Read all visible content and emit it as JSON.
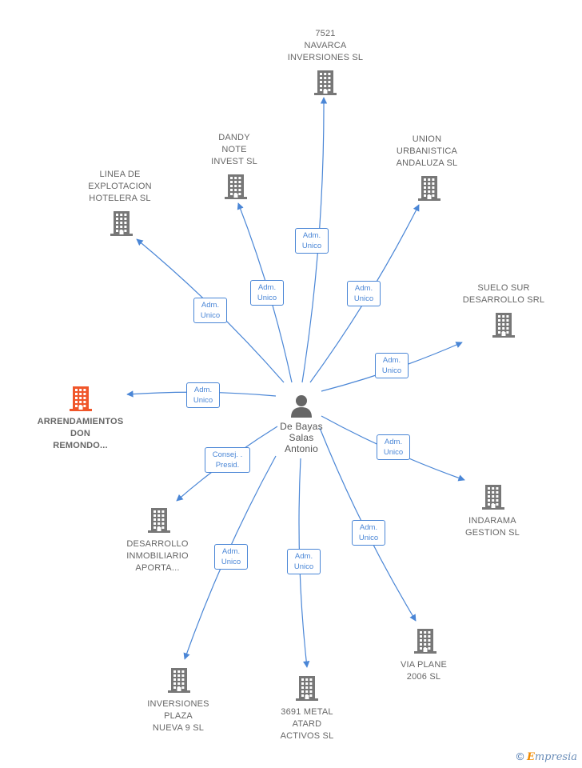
{
  "center": {
    "label": "De Bayas\nSalas\nAntonio",
    "icon": "person-icon"
  },
  "companies": [
    {
      "id": "navarca",
      "label": "7521\nNAVARCA\nINVERSIONES SL",
      "relation": "Adm.\nUnico",
      "highlight": false
    },
    {
      "id": "dandy",
      "label": "DANDY\nNOTE\nINVEST SL",
      "relation": "Adm.\nUnico",
      "highlight": false
    },
    {
      "id": "union",
      "label": "UNION\nURBANISTICA\nANDALUZA SL",
      "relation": "Adm.\nUnico",
      "highlight": false
    },
    {
      "id": "linea",
      "label": "LINEA DE\nEXPLOTACION\nHOTELERA SL",
      "relation": "Adm.\nUnico",
      "highlight": false
    },
    {
      "id": "suelo",
      "label": "SUELO SUR\nDESARROLLO SRL",
      "relation": "Adm.\nUnico",
      "highlight": false
    },
    {
      "id": "arrendamientos",
      "label": "ARRENDAMIENTOS\nDON\nREMONDO...",
      "relation": "Adm.\nUnico",
      "highlight": true
    },
    {
      "id": "indarama",
      "label": "INDARAMA\nGESTION SL",
      "relation": "Adm.\nUnico",
      "highlight": false
    },
    {
      "id": "desarrollo",
      "label": "DESARROLLO\nINMOBILIARIO\nAPORTA...",
      "relation": "Consej. .\nPresid.",
      "highlight": false
    },
    {
      "id": "viaplane",
      "label": "VIA PLANE\n2006 SL",
      "relation": "Adm.\nUnico",
      "highlight": false
    },
    {
      "id": "inversiones",
      "label": "INVERSIONES\nPLAZA\nNUEVA 9 SL",
      "relation": "Adm.\nUnico",
      "highlight": false
    },
    {
      "id": "metal",
      "label": "3691 METAL\nATARD\nACTIVOS  SL",
      "relation": "Adm.\nUnico",
      "highlight": false
    }
  ],
  "colors": {
    "edge": "#4a86d6",
    "building": "#777777",
    "building_highlight": "#f0562a",
    "person": "#666666"
  },
  "footer": {
    "copyright": "©",
    "brand_initial": "E",
    "brand_rest": "mpresia"
  }
}
